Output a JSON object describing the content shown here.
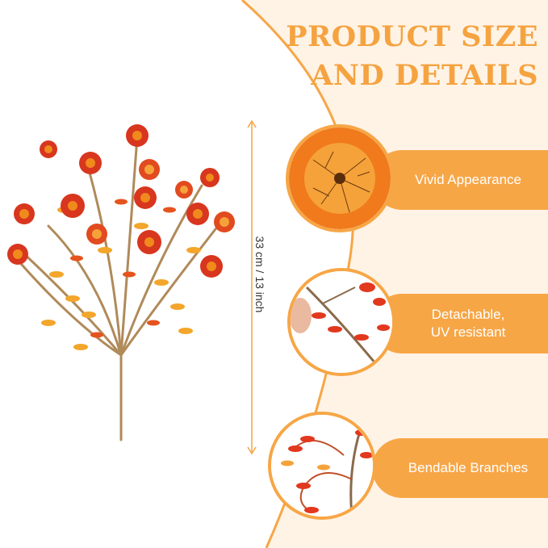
{
  "header": {
    "title_line1": "PRODUCT SIZE",
    "title_line2": "AND DETAILS"
  },
  "measurement": {
    "label": "33 cm / 13 inch"
  },
  "features": [
    {
      "label": "Vivid Appearance",
      "icon": "flower-closeup-image"
    },
    {
      "label_line1": "Detachable,",
      "label_line2": "UV resistant",
      "icon": "detachable-leaf-image"
    },
    {
      "label": "Bendable Branches",
      "icon": "bendable-branch-image"
    }
  ],
  "colors": {
    "accent": "#F7A646",
    "title": "#F5A340",
    "flower_red": "#D8361E",
    "flower_orange": "#F08A1C",
    "stem": "#B08A5A"
  }
}
